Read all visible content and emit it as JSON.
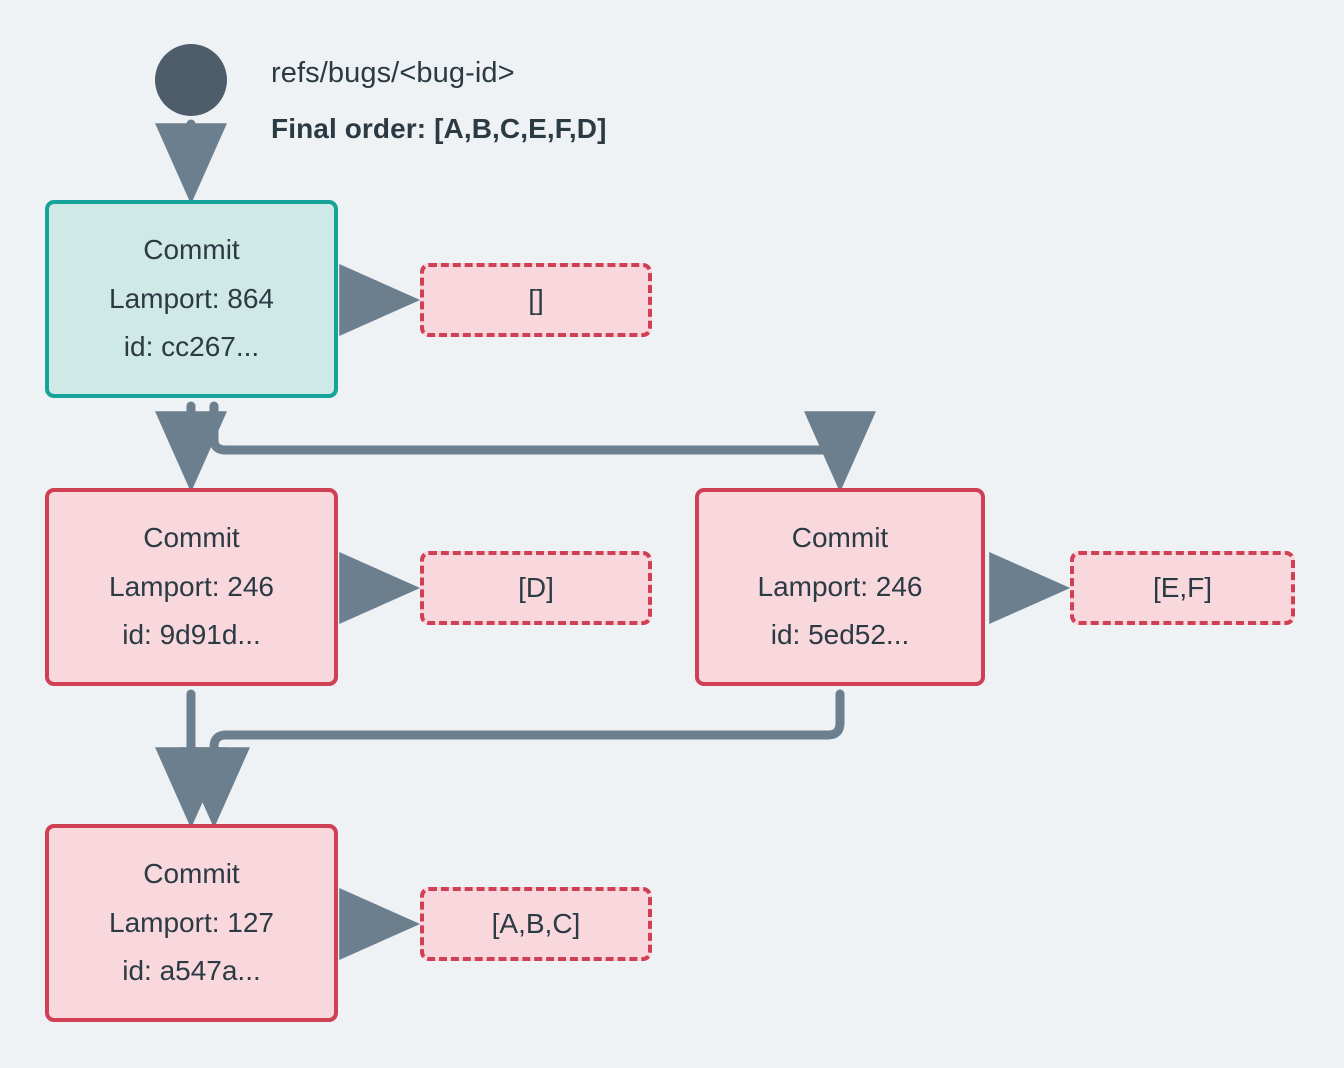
{
  "diagram": {
    "background_color": "#eef2f5",
    "ref_node": {
      "icon": "filled-circle",
      "color": "#4d5d6b"
    },
    "header": {
      "ref_label": "refs/bugs/<bug-id>",
      "final_order_label": "Final order: [A,B,C,E,F,D]"
    },
    "colors": {
      "teal_border": "#16a39a",
      "teal_fill": "#cfe9e6",
      "pink_border": "#cf4055",
      "pink_fill": "#f8d7dd",
      "edge": "#6c7f8e",
      "text": "#2b3a43"
    },
    "nodes": [
      {
        "id": "cc267",
        "kind": "commit",
        "style": "teal",
        "title": "Commit",
        "lamport_label": "Lamport: 864",
        "lamport": 864,
        "id_label": "id: cc267...",
        "payload": "[]"
      },
      {
        "id": "9d91d",
        "kind": "commit",
        "style": "pink",
        "title": "Commit",
        "lamport_label": "Lamport: 246",
        "lamport": 246,
        "id_label": "id: 9d91d...",
        "payload": "[D]"
      },
      {
        "id": "5ed52",
        "kind": "commit",
        "style": "pink",
        "title": "Commit",
        "lamport_label": "Lamport: 246",
        "lamport": 246,
        "id_label": "id: 5ed52...",
        "payload": "[E,F]"
      },
      {
        "id": "a547a",
        "kind": "commit",
        "style": "pink",
        "title": "Commit",
        "lamport_label": "Lamport: 127",
        "lamport": 127,
        "id_label": "id: a547a...",
        "payload": "[A,B,C]"
      }
    ],
    "edges": [
      {
        "from": "ref",
        "to": "cc267",
        "style": "straight-down"
      },
      {
        "from": "cc267",
        "to": "9d91d",
        "style": "straight-down"
      },
      {
        "from": "cc267",
        "to": "5ed52",
        "style": "elbow-right"
      },
      {
        "from": "cc267",
        "to": "payload-empty",
        "style": "straight-right"
      },
      {
        "from": "9d91d",
        "to": "a547a",
        "style": "straight-down"
      },
      {
        "from": "5ed52",
        "to": "a547a",
        "style": "elbow-left"
      },
      {
        "from": "9d91d",
        "to": "payload-d",
        "style": "straight-right"
      },
      {
        "from": "5ed52",
        "to": "payload-ef",
        "style": "straight-right"
      },
      {
        "from": "a547a",
        "to": "payload-abc",
        "style": "straight-right"
      }
    ]
  }
}
